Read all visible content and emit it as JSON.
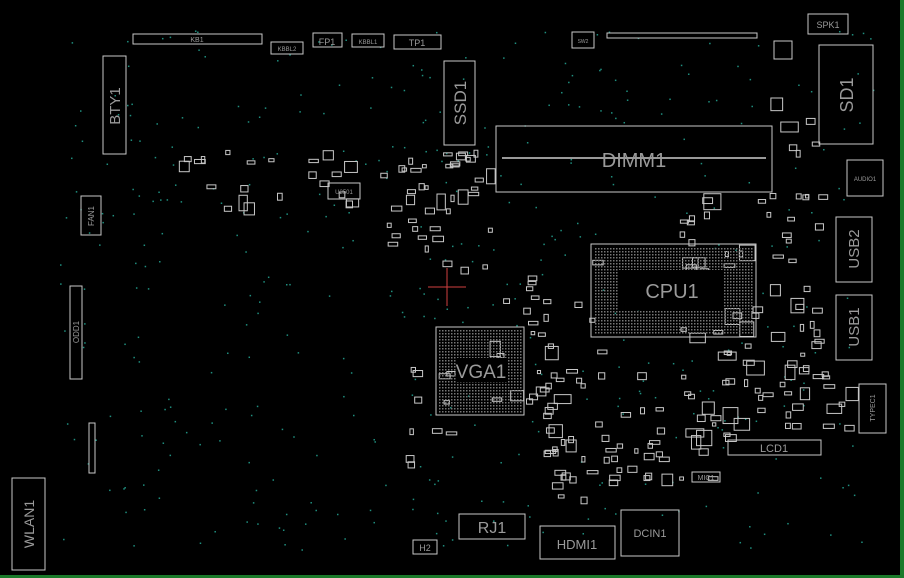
{
  "board": {
    "components": {
      "kb1": "KB1",
      "kbbl2": "KBBL2",
      "fp1": "FP1",
      "kbbl1": "KBBL1",
      "tp1": "TP1",
      "sw2": "SW2",
      "spk1": "SPK1",
      "sd1": "SD1",
      "audio1": "AUDIO1",
      "bty1": "BTY1",
      "ssd1": "SSD1",
      "dimm1": "DIMM1",
      "fan1": "FAN1",
      "u2501": "U2501",
      "cpu1": "CPU1",
      "usb2": "USB2",
      "usb1": "USB1",
      "odd1": "ODD1",
      "vga1": "VGA1",
      "typec1": "TYPEC1",
      "lcd1": "LCD1",
      "mic1": "MIC1",
      "wlan1": "WLAN1",
      "rj1": "RJ1",
      "hdmi1": "HDMI1",
      "dcin1": "DCIN1",
      "h2": "H2"
    },
    "colors": {
      "background": "#000000",
      "outline": "#c8c8c8",
      "via": "#1f8f7f",
      "edge": "#1a7a2a",
      "cursor": "#d04040"
    }
  }
}
